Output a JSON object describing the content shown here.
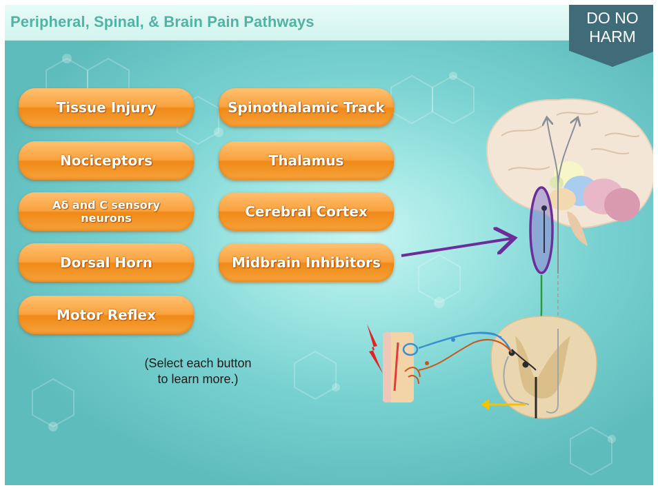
{
  "header": {
    "title": "Peripheral, Spinal, & Brain Pain Pathways",
    "badge_line1": "DO NO",
    "badge_line2": "HARM"
  },
  "buttons": {
    "tissue_injury": "Tissue Injury",
    "nociceptors": "Nociceptors",
    "sensory_neurons_line1": "Aδ and C sensory",
    "sensory_neurons_line2": "neurons",
    "dorsal_horn": "Dorsal Horn",
    "motor_reflex": "Motor Reflex",
    "spinothalamic_track": "Spinothalamic Track",
    "thalamus": "Thalamus",
    "cerebral_cortex": "Cerebral Cortex",
    "midbrain_inhibitors": "Midbrain Inhibitors"
  },
  "instructions": {
    "line1": "(Select each button",
    "line2": "to learn more.)"
  },
  "colors": {
    "button_orange": "#f7a13a",
    "title_teal": "#52b2a4",
    "badge_slate": "#3f6c78",
    "highlight_purple": "#6b2d9a"
  }
}
